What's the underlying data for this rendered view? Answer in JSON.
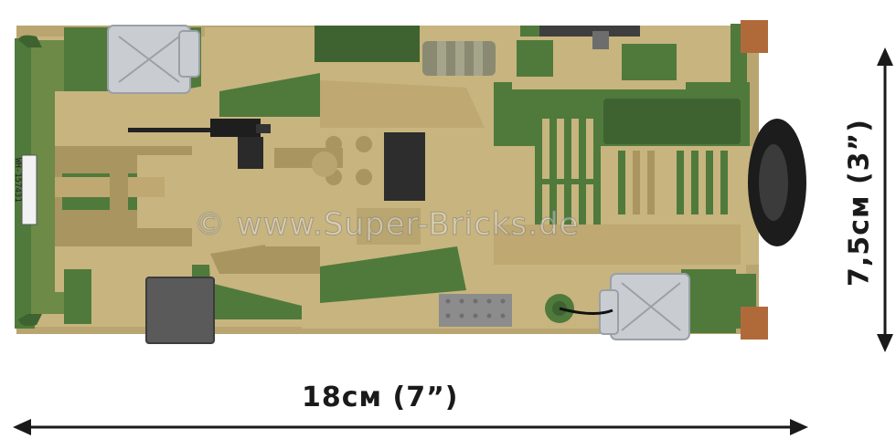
{
  "dimensions": {
    "width_label": "18см (7”)",
    "height_label": "7,5см (3”)"
  },
  "watermark": "© www.Super-Bricks.de",
  "plate_text": "WH-157431",
  "colors": {
    "sand": "#c8b47e",
    "sand_dark": "#a8955f",
    "green": "#4f7a3c",
    "green_dark": "#3e6330",
    "grey_light": "#c9cdd2",
    "grey_dark": "#5a5a5a",
    "brown": "#b06a3a",
    "arrow": "#1a1a1a"
  }
}
